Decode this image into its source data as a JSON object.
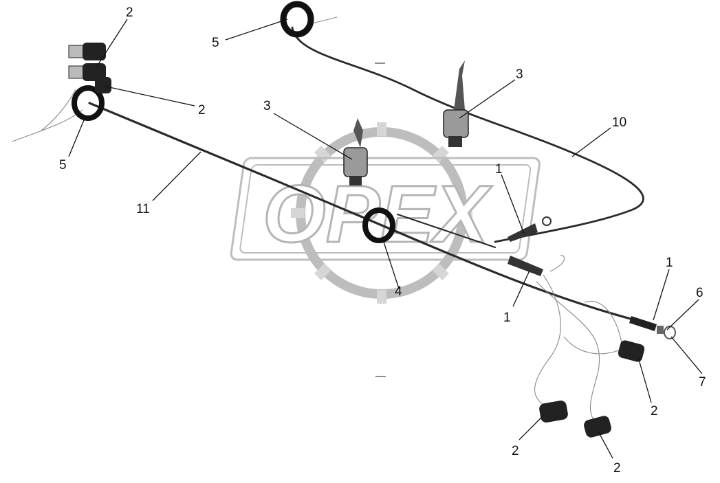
{
  "watermark": {
    "text": "OPEX"
  },
  "callouts": {
    "c2_top_left": "2",
    "c2_mid_left": "2",
    "c5_top": "5",
    "c5_left": "5",
    "c3_right": "3",
    "c3_center": "3",
    "c10": "10",
    "c11": "11",
    "c1_upper": "1",
    "c4": "4",
    "c1_right": "1",
    "c6": "6",
    "c1_lower": "1",
    "c7": "7",
    "c2_right": "2",
    "c2_bottom_left": "2",
    "c2_bottom_right": "2"
  },
  "colors": {
    "ink": "#111111",
    "cable": "#2a2a2a",
    "watermark": "#b5b5b5"
  }
}
